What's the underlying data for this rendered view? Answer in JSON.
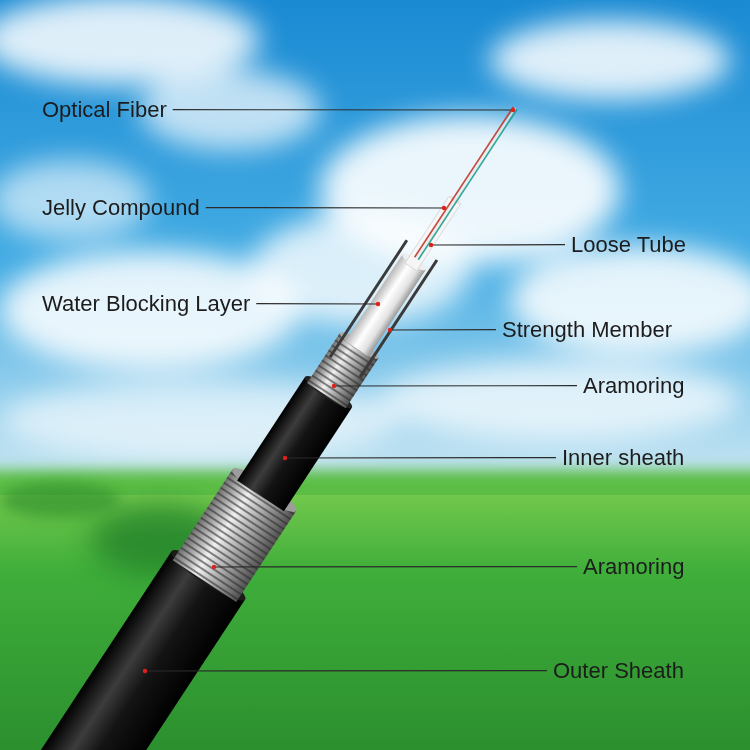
{
  "diagram": {
    "labels": [
      "Optical Fiber",
      "Jelly Compound",
      "Loose Tube",
      "Water Blocking Layer",
      "Strength Member",
      "Aramoring",
      "Inner sheath",
      "Aramoring",
      "Outer Sheath"
    ]
  }
}
